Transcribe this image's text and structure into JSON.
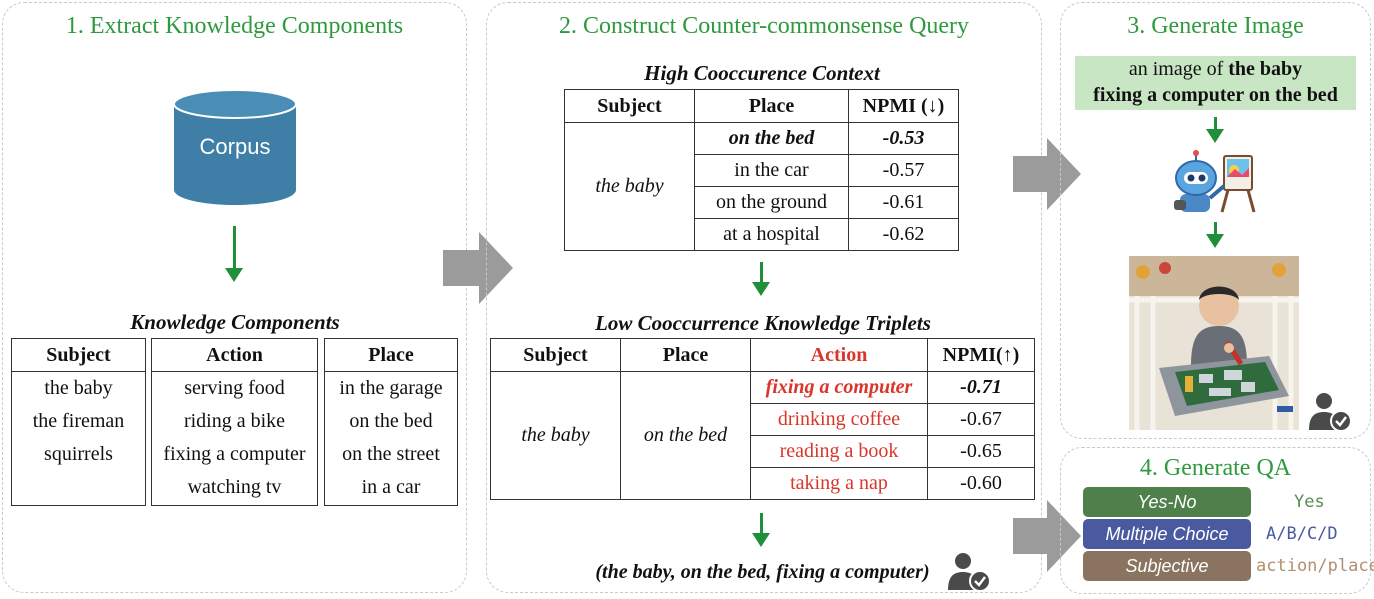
{
  "panels": {
    "p1_title": "1. Extract Knowledge Components",
    "p2_title": "2. Construct Counter-commonsense Query",
    "p3_title": "3. Generate Image",
    "p4_title": "4. Generate QA"
  },
  "corpus_label": "Corpus",
  "knowledge_components": {
    "caption": "Knowledge Components",
    "subject_header": "Subject",
    "action_header": "Action",
    "place_header": "Place",
    "subjects": [
      "the baby",
      "the fireman",
      "squirrels"
    ],
    "actions": [
      "serving food",
      "riding a bike",
      "fixing a computer",
      "watching tv"
    ],
    "places": [
      "in the garage",
      "on the bed",
      "on the street",
      "in a car"
    ]
  },
  "high_table": {
    "caption": "High Cooccurence Context",
    "headers": [
      "Subject",
      "Place",
      "NPMI (↓)"
    ],
    "subject": "the baby",
    "rows": [
      {
        "place": "on the bed",
        "npmi": "-0.53"
      },
      {
        "place": "in the car",
        "npmi": "-0.57"
      },
      {
        "place": "on the ground",
        "npmi": "-0.61"
      },
      {
        "place": "at a hospital",
        "npmi": "-0.62"
      }
    ]
  },
  "low_table": {
    "caption": "Low Cooccurrence Knowledge Triplets",
    "headers": [
      "Subject",
      "Place",
      "Action",
      "NPMI(↑)"
    ],
    "subject": "the baby",
    "place": "on the bed",
    "rows": [
      {
        "action": "fixing a computer",
        "npmi": "-0.71"
      },
      {
        "action": "drinking coffee",
        "npmi": "-0.67"
      },
      {
        "action": "reading a book",
        "npmi": "-0.65"
      },
      {
        "action": "taking a nap",
        "npmi": "-0.60"
      }
    ]
  },
  "triplet": "(the baby, on the bed, fixing a computer)",
  "prompt": {
    "prefix": "an image of ",
    "bold_line1": "the baby",
    "bold_line2": "fixing a computer on the bed"
  },
  "qa": [
    {
      "type": "Yes-No",
      "answer": "Yes",
      "color": "#4f7f4a",
      "answer_color": "#5a8a55"
    },
    {
      "type": "Multiple Choice",
      "answer": "A/B/C/D",
      "color": "#4a5aa0",
      "answer_color": "#4a5aa0"
    },
    {
      "type": "Subjective",
      "answer": "action/place",
      "color": "#8a7460",
      "answer_color": "#b09070"
    }
  ],
  "colors": {
    "title_green": "#2e9a3e",
    "arrow_green": "#1f8f3a",
    "corpus_blue": "#3f7ea6",
    "prompt_bg": "#c8e6c3",
    "highlight_red": "#d9352a"
  }
}
